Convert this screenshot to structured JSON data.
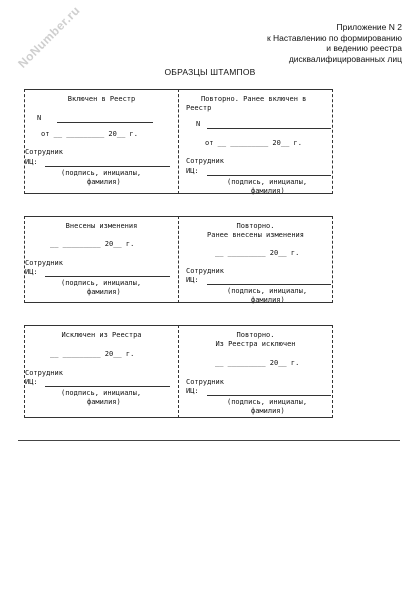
{
  "watermark": "NoNumber.ru",
  "annex": {
    "line1": "Приложение N 2",
    "line2": "к Наставлению по формированию",
    "line3": "и ведению реестра",
    "line4": "дисквалифицированных лиц"
  },
  "title": "ОБРАЗЦЫ ШТАМПОВ",
  "stamps": {
    "included": {
      "title": "Включен в Реестр",
      "number_label": "N",
      "date_line": "от __ _________ 20__ г.",
      "employee_label": "Сотрудник",
      "ic_label": "ИЦ:",
      "signature_caption_1": "(подпись, инициалы,",
      "signature_caption_2": "фамилия)"
    },
    "repeat_included": {
      "title_1": "Повторно. Ранее включен в",
      "title_2": "Реестр",
      "number_label": "N",
      "date_line": "от __ _________ 20__ г.",
      "employee_label": "Сотрудник",
      "ic_label": "ИЦ:",
      "signature_caption_1": "(подпись, инициалы,",
      "signature_caption_2": "фамилия)"
    },
    "changes": {
      "title": "Внесены изменения",
      "date_line": "__ _________ 20__ г.",
      "employee_label": "Сотрудник",
      "ic_label": "ИЦ:",
      "signature_caption_1": "(подпись, инициалы,",
      "signature_caption_2": "фамилия)"
    },
    "repeat_changes": {
      "title_1": "Повторно.",
      "title_2": "Ранее внесены изменения",
      "date_line": "__ _________ 20__ г.",
      "employee_label": "Сотрудник",
      "ic_label": "ИЦ:",
      "signature_caption_1": "(подпись, инициалы,",
      "signature_caption_2": "фамилия)"
    },
    "excluded": {
      "title": "Исключен из Реестра",
      "date_line": "__ _________ 20__ г.",
      "employee_label": "Сотрудник",
      "ic_label": "ИЦ:",
      "signature_caption_1": "(подпись, инициалы,",
      "signature_caption_2": "фамилия)"
    },
    "repeat_excluded": {
      "title_1": "Повторно.",
      "title_2": "Из Реестра исключен",
      "date_line": "__ _________ 20__ г.",
      "employee_label": "Сотрудник",
      "ic_label": "ИЦ:",
      "signature_caption_1": "(подпись, инициалы,",
      "signature_caption_2": "фамилия)"
    }
  }
}
